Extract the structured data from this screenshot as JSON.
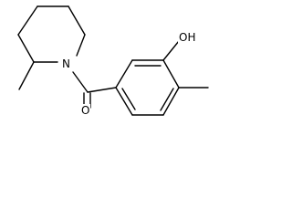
{
  "structure": {
    "atom_labels": {
      "hydroxyl": "OH",
      "ring_nitrogen": "N",
      "carbonyl_oxygen": "O"
    },
    "bond_color": "#000000",
    "background": "#ffffff"
  }
}
